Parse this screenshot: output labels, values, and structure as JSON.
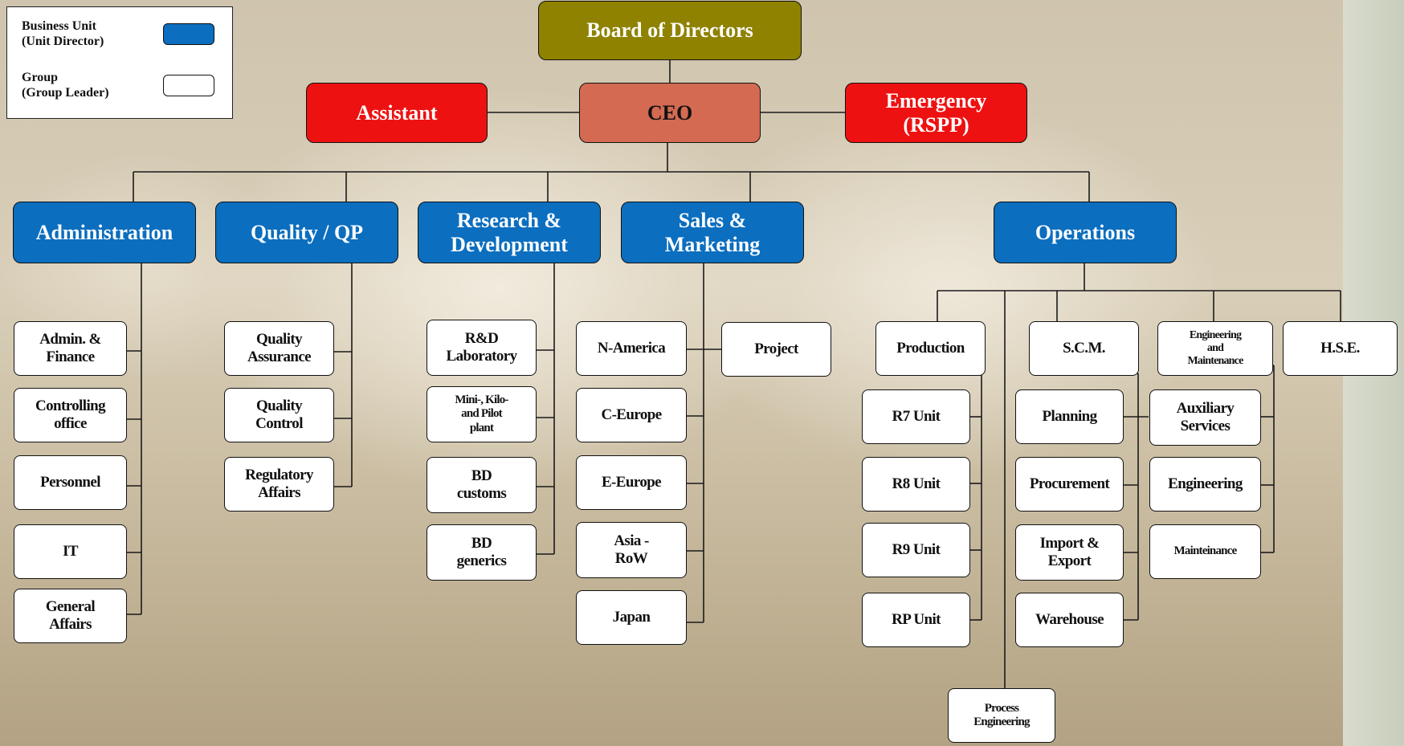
{
  "legend": {
    "business_unit": "Business Unit\n(Unit Director)",
    "group": "Group\n(Group Leader)",
    "business_unit_color": "#0b6ebf",
    "group_color": "#ffffff"
  },
  "colors": {
    "board": "#8f8200",
    "assistant": "#ee1111",
    "ceo": "#d46a52",
    "emergency": "#ee1111",
    "business_unit": "#0b6ebf"
  },
  "top": {
    "board": "Board of Directors",
    "assistant": "Assistant",
    "ceo": "CEO",
    "emergency": "Emergency\n(RSPP)"
  },
  "units": {
    "administration": "Administration",
    "quality": "Quality / QP",
    "research": "Research &\nDevelopment",
    "sales": "Sales &\nMarketing",
    "operations": "Operations"
  },
  "administration_groups": [
    "Admin. &\nFinance",
    "Controlling\noffice",
    "Personnel",
    "IT",
    "General\nAffairs"
  ],
  "quality_groups": [
    "Quality\nAssurance",
    "Quality\nControl",
    "Regulatory\nAffairs"
  ],
  "research_groups": [
    "R&D\nLaboratory",
    "Mini-, Kilo-\nand Pilot\nplant",
    "BD\ncustoms",
    "BD\ngenerics"
  ],
  "sales_groups": [
    "N-America",
    "C-Europe",
    "E-Europe",
    "Asia -\nRoW",
    "Japan"
  ],
  "sales_project": "Project",
  "operations_groups": {
    "production": "Production",
    "scm": "S.C.M.",
    "engineering_maintenance": "Engineering\nand\nMaintenance",
    "hse": "H.S.E.",
    "process_engineering": "Process\nEngineering"
  },
  "production_units": [
    "R7 Unit",
    "R8 Unit",
    "R9 Unit",
    "RP Unit"
  ],
  "scm_units": [
    "Planning",
    "Procurement",
    "Import &\nExport",
    "Warehouse"
  ],
  "engineering_units": [
    "Auxiliary\nServices",
    "Engineering",
    "Mainteinance"
  ]
}
